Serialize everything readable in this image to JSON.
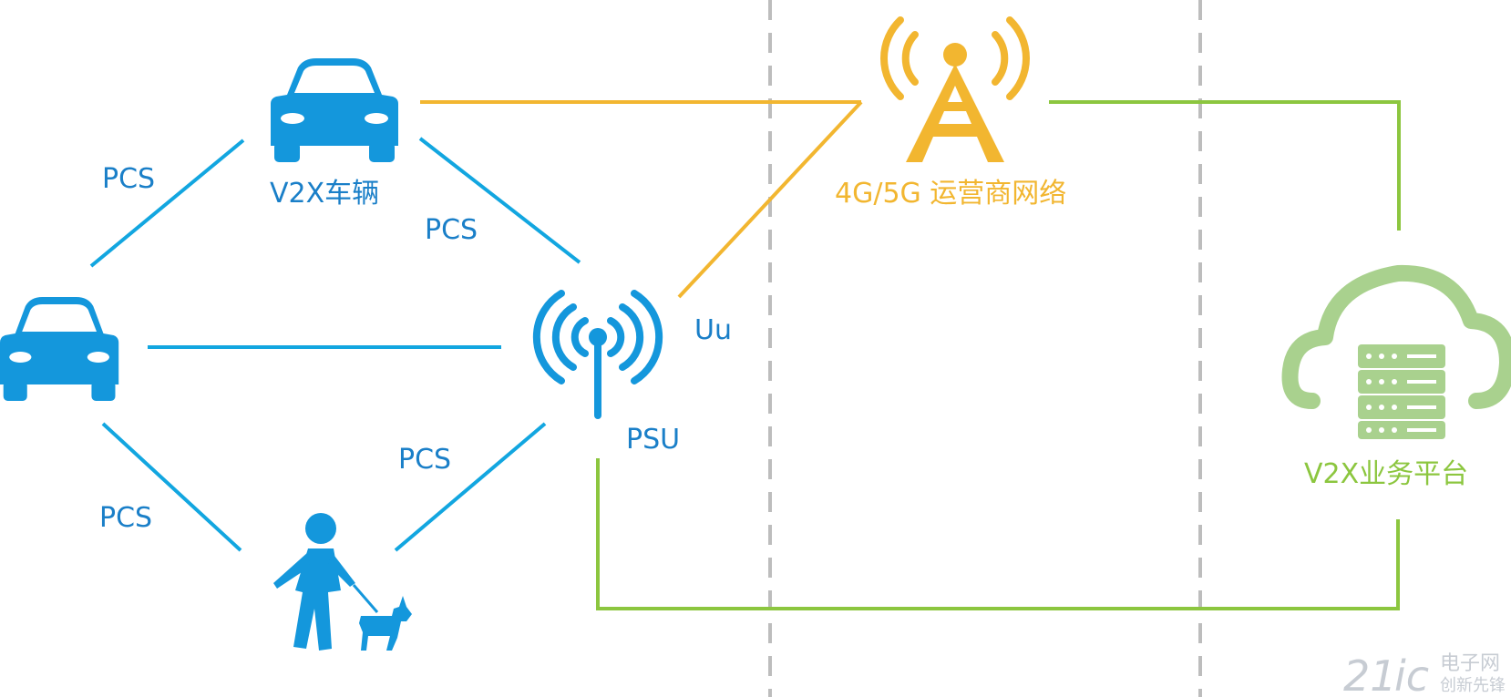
{
  "labels": {
    "v2x_vehicle": "V2X车辆",
    "pcs_top_left": "PCS",
    "pcs_top_right": "PCS",
    "pcs_bottom_left": "PCS",
    "pcs_bottom_right": "PCS",
    "uu": "Uu",
    "psu": "PSU",
    "network": "4G/5G 运营商网络",
    "platform": "V2X业务平台"
  },
  "watermark": {
    "prefix": "21",
    "ic": "ic",
    "cn_top": "电子网",
    "cn_bottom": "创新先锋"
  },
  "icons": {
    "vehicle_top": "car-icon",
    "vehicle_left": "car-icon",
    "pedestrian": "pedestrian-with-dog-icon",
    "roadside_unit": "antenna-signal-icon",
    "cell_tower": "cell-tower-icon",
    "cloud_platform": "cloud-server-icon"
  },
  "colors": {
    "blue_icon": "#1497dc",
    "blue_link": "#12a6e0",
    "blue_text": "#1a7fc8",
    "orange": "#f2b630",
    "green": "#8cc63f",
    "cloud_green": "#a9d18e",
    "divider": "#bdbdbd"
  }
}
